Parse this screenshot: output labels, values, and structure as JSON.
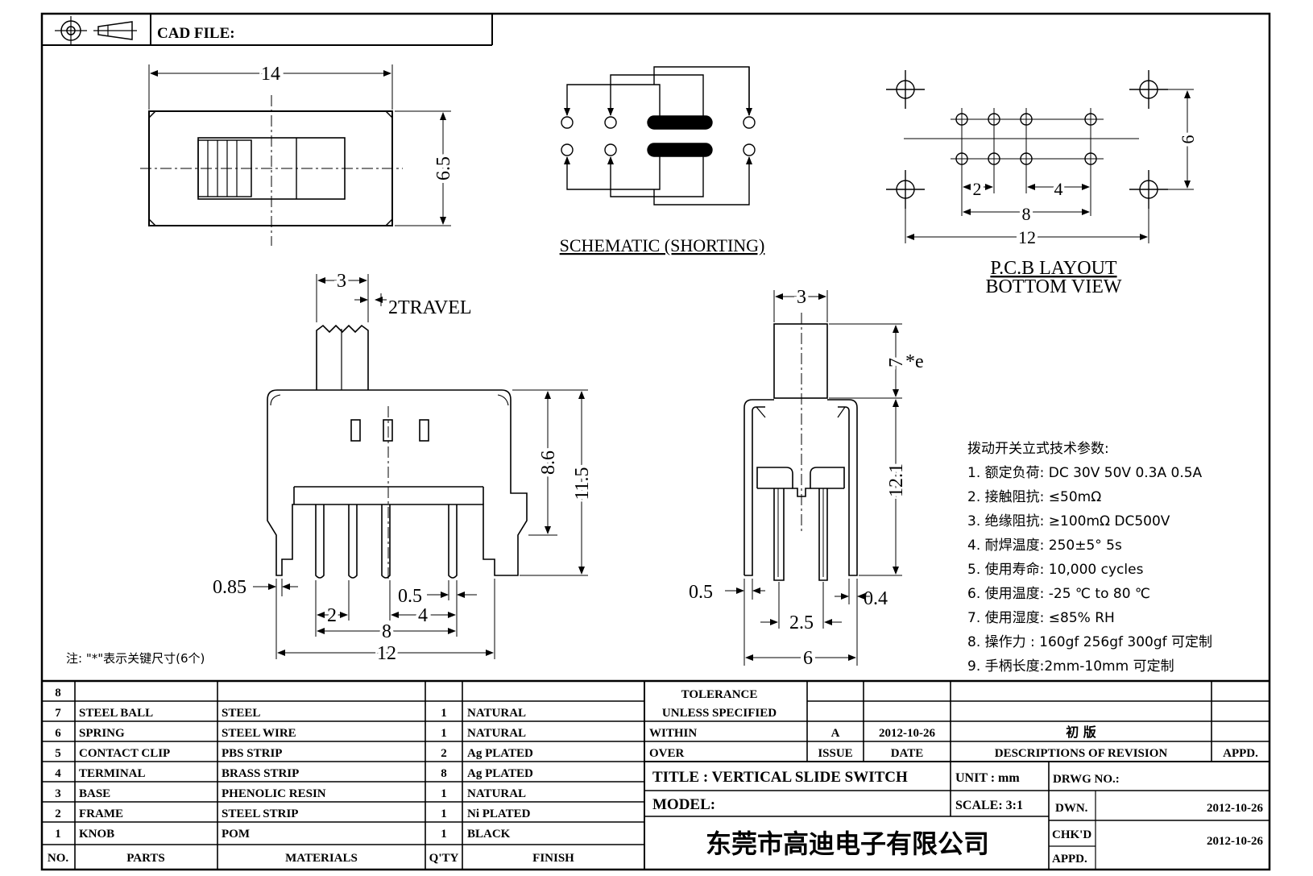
{
  "header": {
    "cad_file_label": "CAD FILE:"
  },
  "views": {
    "schematic_title": "SCHEMATIC (SHORTING)",
    "pcb_title_line1": "P.C.B LAYOUT",
    "pcb_title_line2": "BOTTOM  VIEW"
  },
  "dimensions": {
    "top_width": "14",
    "top_height": "6.5",
    "pcb_height": "6",
    "pcb_pitch_2": "2",
    "pcb_pitch_4": "4",
    "pcb_span_8": "8",
    "pcb_span_12": "12",
    "knob_width": "3",
    "travel": "2TRAVEL",
    "body_height": "8.6",
    "total_height": "11.5",
    "pin_085": "0.85",
    "pin_05": "0.5",
    "front_2": "2",
    "front_4": "4",
    "front_8": "8",
    "front_12": "12",
    "side_knob": "3",
    "side_knob_len": "7",
    "side_knob_mark": "*e",
    "side_height": "12.1",
    "side_05": "0.5",
    "side_04": "0.4",
    "side_25": "2.5",
    "side_6": "6"
  },
  "specs": {
    "heading": "拨动开关立式技术参数:",
    "items": [
      "1.  额定负荷: DC 30V    50V    0.3A    0.5A",
      "2.  接触阻抗: ≤50mΩ",
      "3.  绝缘阻抗: ≥100mΩ   DC500V",
      "4.  耐焊温度: 250±5°  5s",
      "5.  使用寿命: 10,000 cycles",
      "6.  使用温度: -25  ℃  to 80  ℃",
      "7.  使用湿度: ≤85% RH",
      "8.  操作力 : 160gf    256gf    300gf  可定制",
      "9.  手柄长度:2mm-10mm  可定制"
    ]
  },
  "note": "注: \"*\"表示关键尺寸(6个)",
  "bom": {
    "headers": {
      "no": "NO.",
      "parts": "PARTS",
      "materials": "MATERIALS",
      "qty": "Q'TY",
      "finish": "FINISH"
    },
    "rows": [
      {
        "no": "8",
        "part": "",
        "material": "",
        "qty": "",
        "finish": ""
      },
      {
        "no": "7",
        "part": "STEEL BALL",
        "material": "STEEL",
        "qty": "1",
        "finish": "NATURAL"
      },
      {
        "no": "6",
        "part": "SPRING",
        "material": "STEEL WIRE",
        "qty": "1",
        "finish": "NATURAL"
      },
      {
        "no": "5",
        "part": "CONTACT CLIP",
        "material": "PBS STRIP",
        "qty": "2",
        "finish": "Ag PLATED"
      },
      {
        "no": "4",
        "part": "TERMINAL",
        "material": "BRASS STRIP",
        "qty": "8",
        "finish": "Ag PLATED"
      },
      {
        "no": "3",
        "part": "BASE",
        "material": "PHENOLIC RESIN",
        "qty": "1",
        "finish": "NATURAL"
      },
      {
        "no": "2",
        "part": "FRAME",
        "material": "STEEL STRIP",
        "qty": "1",
        "finish": "Ni PLATED"
      },
      {
        "no": "1",
        "part": "KNOB",
        "material": "POM",
        "qty": "1",
        "finish": "BLACK"
      }
    ]
  },
  "title_block": {
    "tolerance_line1": "TOLERANCE",
    "tolerance_line2": "UNLESS   SPECIFIED",
    "within": "WITHIN",
    "over": "OVER",
    "rev_mark": "A",
    "rev_date": "2012-10-26",
    "rev_desc": "初  版",
    "issue": "ISSUE",
    "date": "DATE",
    "desc_header": "DESCRIPTIONS  OF  REVISION",
    "appd": "APPD.",
    "title": "TITLE :   VERTICAL  SLIDE  SWITCH",
    "unit": "UNIT :   mm",
    "drwg_no": "DRWG NO.:",
    "model": "MODEL:",
    "scale": "SCALE:   3:1",
    "dwn": "DWN.",
    "dwn_date": "2012-10-26",
    "chkd": "CHK'D",
    "chkd_date": "2012-10-26",
    "appd2": "APPD.",
    "company": "东莞市高迪电子有限公司"
  }
}
